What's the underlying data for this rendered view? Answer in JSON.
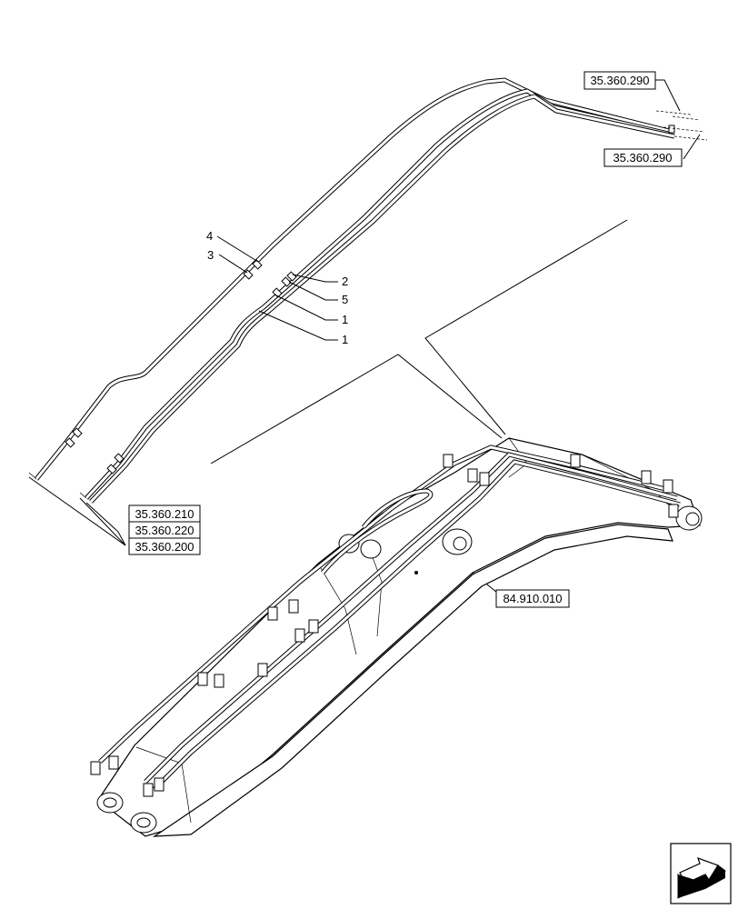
{
  "references": {
    "top_upper": "35.360.290",
    "top_lower": "35.360.290",
    "left_1": "35.360.210",
    "left_2": "35.360.220",
    "left_3": "35.360.200",
    "boom": "84.910.010"
  },
  "callouts": {
    "item_4": "4",
    "item_3": "3",
    "item_2": "2",
    "item_5": "5",
    "item_1a": "1",
    "item_1b": "1"
  },
  "icons": {
    "nav_arrow": "navigate-arrow-icon"
  }
}
